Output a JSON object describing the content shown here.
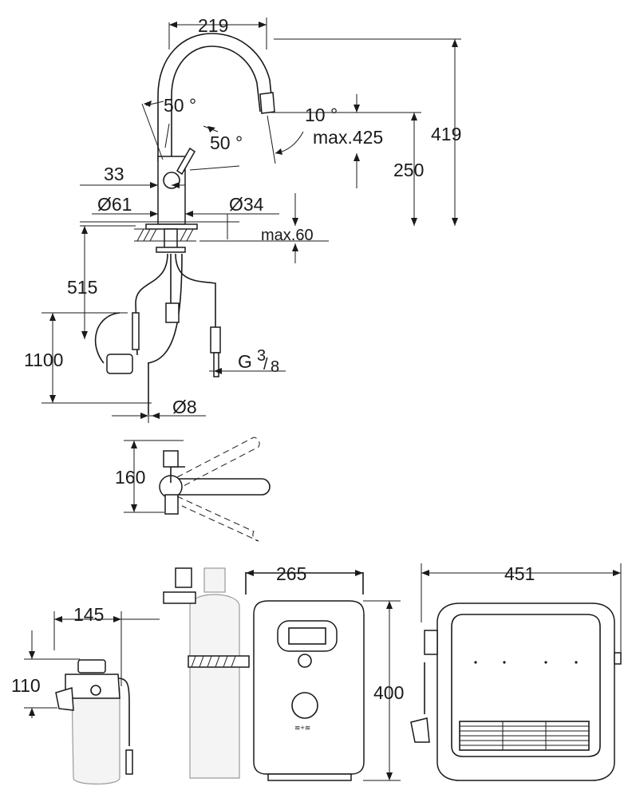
{
  "diagram": {
    "faucet": {
      "width": "219",
      "total_height": "419",
      "spout_height": "250",
      "reach": "max.425",
      "lever_angle_top": "50 °",
      "lever_angle_side": "50 °",
      "spout_angle": "10 °",
      "lever_offset": "33",
      "base_diameter": "Ø61",
      "hole_diameter": "Ø34",
      "deck_thickness": "max.60"
    },
    "hoses": {
      "length_515": "515",
      "length_1100": "1100",
      "thread_prefix": "G",
      "thread_num": "3",
      "thread_den": "8",
      "pipe_diameter": "Ø8"
    },
    "top_view": {
      "depth": "160"
    },
    "filter_head": {
      "width": "145",
      "height": "110"
    },
    "chiller": {
      "front_width": "265",
      "height": "400",
      "side_width": "451",
      "label": "≋+≋"
    }
  }
}
